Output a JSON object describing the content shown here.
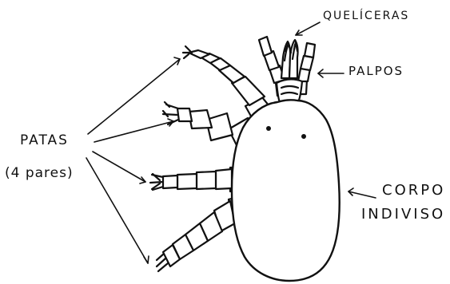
{
  "labels": {
    "queliceras": "QUELÍCERAS",
    "palpos": "PALPOS",
    "patas": "PATAS",
    "pares": "(4 pares)",
    "corpo": "CORPO",
    "indiviso": "INDIVISO"
  },
  "colors": {
    "ink": "#111111",
    "background": "#ffffff"
  }
}
